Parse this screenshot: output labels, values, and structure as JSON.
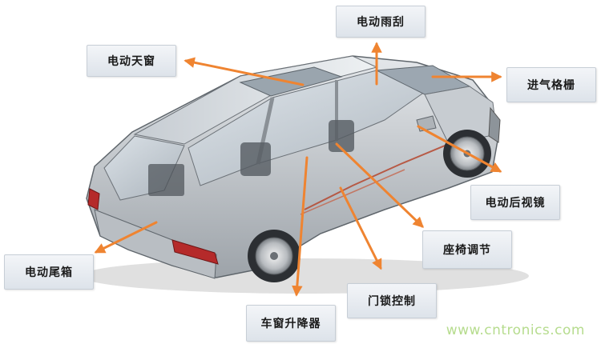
{
  "labels": {
    "wiper": "电动雨刮",
    "sunroof": "电动天窗",
    "grille": "进气格栅",
    "mirror": "电动后视镜",
    "seat": "座椅调节",
    "tailgate": "电动尾箱",
    "doorlock": "门锁控制",
    "window": "车窗升降器"
  },
  "watermark": "www.cntronics.com",
  "colors": {
    "arrow": "#ef8431",
    "label_text": "#1a1a1a",
    "watermark": "#b6dc8e"
  }
}
